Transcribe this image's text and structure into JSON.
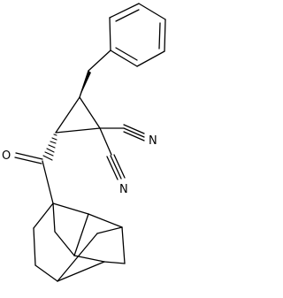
{
  "molecule": {
    "atoms": {
      "oxygen": "O",
      "nitrogen_upper": "N",
      "nitrogen_lower": "N"
    },
    "colors": {
      "bond": "#000000",
      "background": "#ffffff"
    }
  }
}
